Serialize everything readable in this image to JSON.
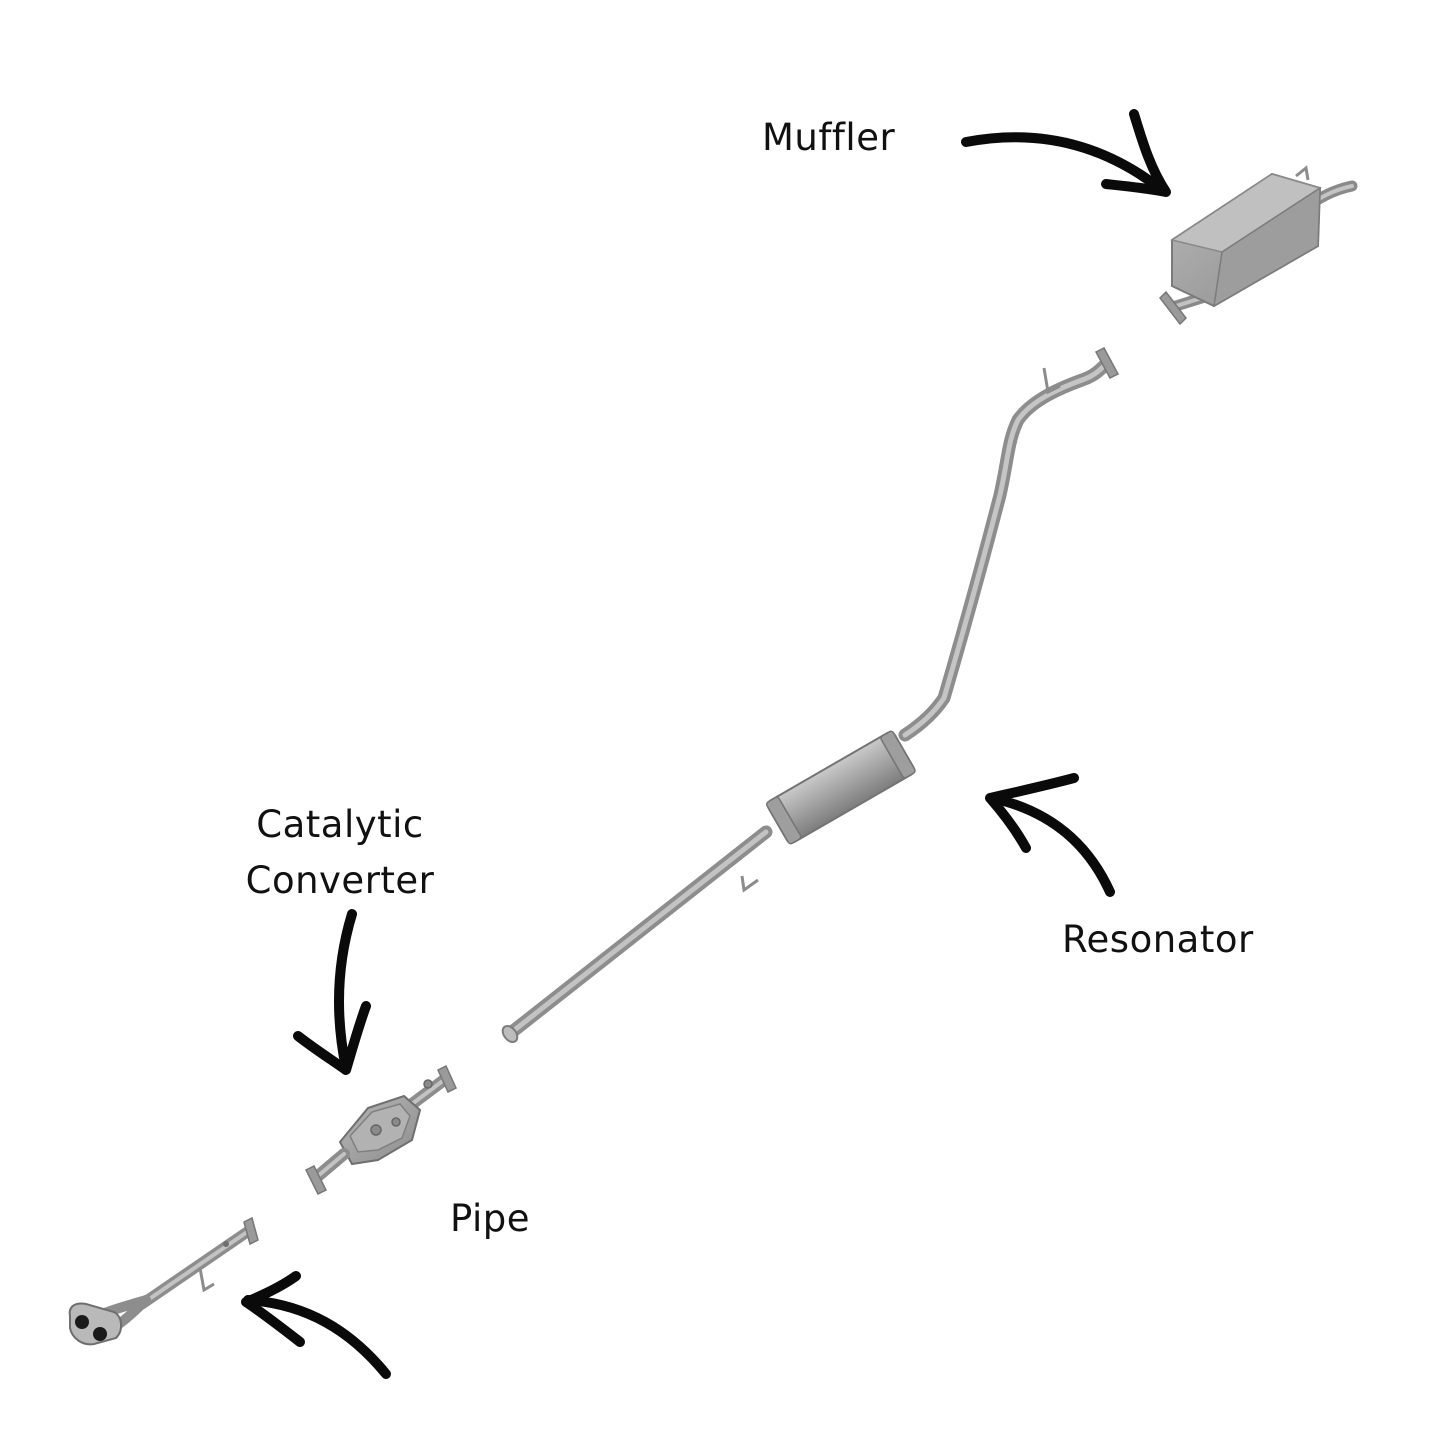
{
  "labels": {
    "muffler": "Muffler",
    "resonator": "Resonator",
    "catalytic_line1": "Catalytic",
    "catalytic_line2": "Converter",
    "pipe": "Pipe"
  },
  "colors": {
    "background": "#ffffff",
    "label_text": "#111111",
    "arrow": "#0a0a0a",
    "part_metal": "#a3a3a3",
    "part_metal_dark": "#7d7d7d",
    "part_metal_light": "#c9c9c9"
  },
  "icons": {
    "callout_arrow": "curved-arrow-icon"
  }
}
